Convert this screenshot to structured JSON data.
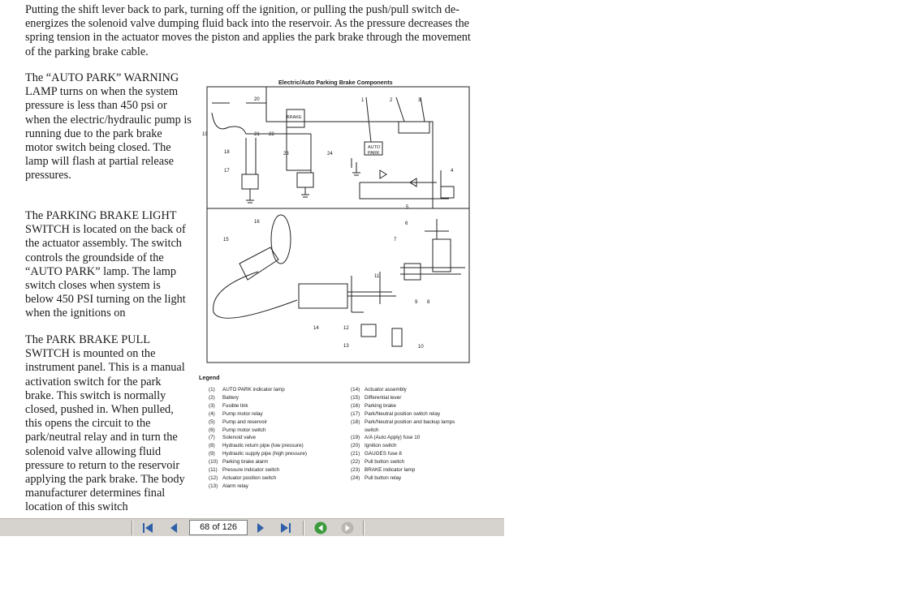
{
  "document": {
    "intro_text": "Putting the shift lever back to park, turning off the ignition, or pulling the push/pull switch de-energizes the solenoid valve dumping fluid back into the reservoir. As the pressure decreases the spring tension in the actuator moves the piston and applies the park brake through the movement of the parking brake cable.",
    "para_auto_park": "The “AUTO PARK” WARNING LAMP turns on when the system pressure is less than 450 psi or when the electric/hydraulic pump is running due to the park brake motor switch being closed. The lamp will flash at partial release pressures.",
    "para_light_switch": "The PARKING BRAKE LIGHT SWITCH is located on the back of the actuator assembly. The switch controls the groundside of the “AUTO PARK” lamp. The lamp switch closes when system is below 450 PSI turning on the light when the ignitions on",
    "para_pull_switch": "The PARK BRAKE PULL SWITCH is mounted on the instrument panel. This is a manual activation switch for the park brake. This switch is normally closed, pushed in. When pulled, this opens the circuit to the park/neutral relay and in turn the solenoid valve allowing fluid pressure to return to the reservoir applying the park brake. The body manufacturer determines final location of this switch"
  },
  "figure": {
    "title": "Electric/Auto Parking Brake Components",
    "label_brake": "BRAKE",
    "label_auto": "AUTO",
    "label_park": "PARK",
    "callouts": [
      "20",
      "1",
      "2",
      "3",
      "19",
      "21",
      "22",
      "18",
      "23",
      "24",
      "17",
      "4",
      "5",
      "6",
      "16",
      "15",
      "7",
      "11",
      "9",
      "8",
      "14",
      "12",
      "13",
      "10"
    ],
    "legend_title": "Legend",
    "legend_left": [
      {
        "n": "(1)",
        "t": "AUTO PARK indicator lamp"
      },
      {
        "n": "(2)",
        "t": "Battery"
      },
      {
        "n": "(3)",
        "t": "Fusible link"
      },
      {
        "n": "(4)",
        "t": "Pump motor relay"
      },
      {
        "n": "(5)",
        "t": "Pump and reservoir"
      },
      {
        "n": "(6)",
        "t": "Pump motor switch"
      },
      {
        "n": "(7)",
        "t": "Solenoid valve"
      },
      {
        "n": "(8)",
        "t": "Hydraulic return pipe (low pressure)"
      },
      {
        "n": "(9)",
        "t": "Hydraulic supply pipe (high pressure)"
      },
      {
        "n": "(10)",
        "t": "Parking brake alarm"
      },
      {
        "n": "(11)",
        "t": "Pressure indicator switch"
      },
      {
        "n": "(12)",
        "t": "Actuator position switch"
      },
      {
        "n": "(13)",
        "t": "Alarm relay"
      }
    ],
    "legend_right": [
      {
        "n": "(14)",
        "t": "Actuator assembly"
      },
      {
        "n": "(15)",
        "t": "Differential lever"
      },
      {
        "n": "(16)",
        "t": "Parking brake"
      },
      {
        "n": "(17)",
        "t": "Park/Neutral position switch relay"
      },
      {
        "n": "(18)",
        "t": "Park/Neutral position and backup lamps",
        "t2": "switch"
      },
      {
        "n": "(19)",
        "t": "A/A (Auto Apply) fuse 10"
      },
      {
        "n": "(20)",
        "t": "Ignition switch"
      },
      {
        "n": "(21)",
        "t": "GAUGES fuse 8"
      },
      {
        "n": "(22)",
        "t": "Pull button switch"
      },
      {
        "n": "(23)",
        "t": "BRAKE indicator lamp"
      },
      {
        "n": "(24)",
        "t": "Pull button relay"
      }
    ]
  },
  "toolbar": {
    "page_indicator": "68 of 126",
    "first_icon": "first-page-icon",
    "prev_icon": "previous-page-icon",
    "next_icon": "next-page-icon",
    "last_icon": "last-page-icon",
    "back_icon": "go-back-icon",
    "forward_icon": "go-forward-icon",
    "accent_color": "#2f5fa8",
    "back_color": "#3b9a3b"
  }
}
